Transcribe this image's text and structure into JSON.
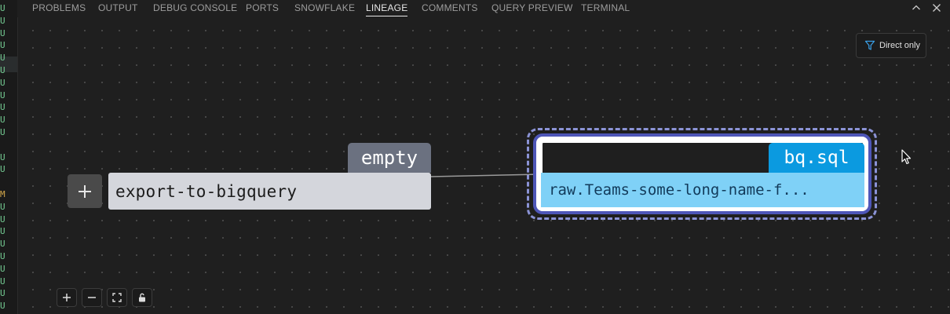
{
  "panel": {
    "tabs": [
      {
        "label": "PROBLEMS"
      },
      {
        "label": "OUTPUT"
      },
      {
        "label": "DEBUG CONSOLE"
      },
      {
        "label": "PORTS"
      },
      {
        "label": "SNOWFLAKE"
      },
      {
        "label": "LINEAGE"
      },
      {
        "label": "COMMENTS"
      },
      {
        "label": "QUERY PREVIEW"
      },
      {
        "label": "TERMINAL"
      }
    ],
    "active_tab": "LINEAGE",
    "icons": [
      "chevron-up-icon",
      "close-icon"
    ]
  },
  "gutter": {
    "marks": [
      "U",
      "U",
      "U",
      "U",
      "U",
      "U",
      "U",
      "U",
      "U",
      "U",
      "U",
      "",
      "U",
      "U",
      "",
      "M",
      "U",
      "U",
      "U",
      "U",
      "U",
      "U",
      "U",
      "U",
      "U"
    ]
  },
  "lineage": {
    "filter_button": {
      "label": "Direct only",
      "icon": "filter-icon"
    },
    "source_node": {
      "badge": "empty",
      "label": "export-to-bigquery",
      "expand_icon": "plus-icon"
    },
    "target_node": {
      "badge": "bq.sql",
      "label": "raw.Teams-some-long-name-f..."
    },
    "controls": [
      {
        "name": "zoom-in",
        "icon": "plus-icon"
      },
      {
        "name": "zoom-out",
        "icon": "minus-icon"
      },
      {
        "name": "fit-view",
        "icon": "fit-view-icon"
      },
      {
        "name": "toggle-lock",
        "icon": "unlock-icon"
      }
    ],
    "colors": {
      "source_node_bg": "#d4d6dc",
      "empty_badge": "#6b7180",
      "bq_badge": "#0b9ae0",
      "target_label_bg": "#7fd1f7",
      "selection_border": "#4e56b8",
      "selection_dash": "#8b93d6"
    }
  }
}
